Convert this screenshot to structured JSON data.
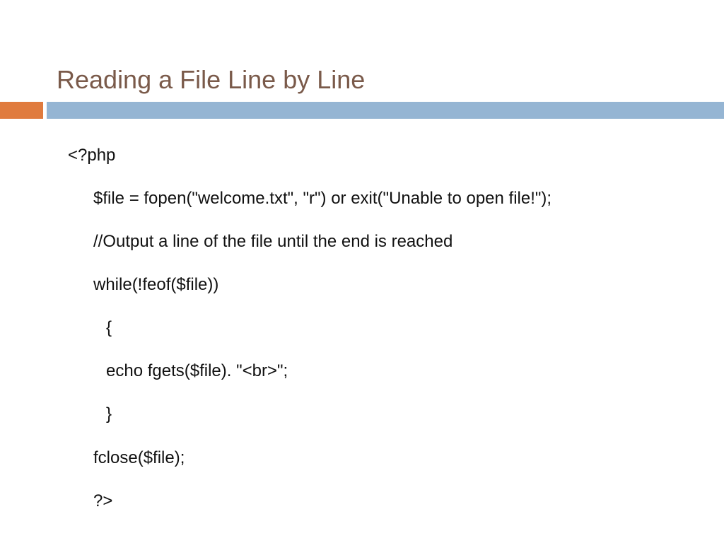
{
  "slide": {
    "title": "Reading a File Line by Line",
    "code_lines": [
      "<?php",
      "$file = fopen(\"welcome.txt\", \"r\") or exit(\"Unable to open file!\");",
      "//Output a line of the file until the end is reached",
      "while(!feof($file))",
      "{",
      "echo fgets($file). \"<br>\";",
      "}",
      "fclose($file);",
      "?>"
    ]
  },
  "colors": {
    "title": "#7a5a4a",
    "accent_orange": "#e07b3e",
    "accent_blue": "#95b5d3",
    "text": "#111111"
  }
}
